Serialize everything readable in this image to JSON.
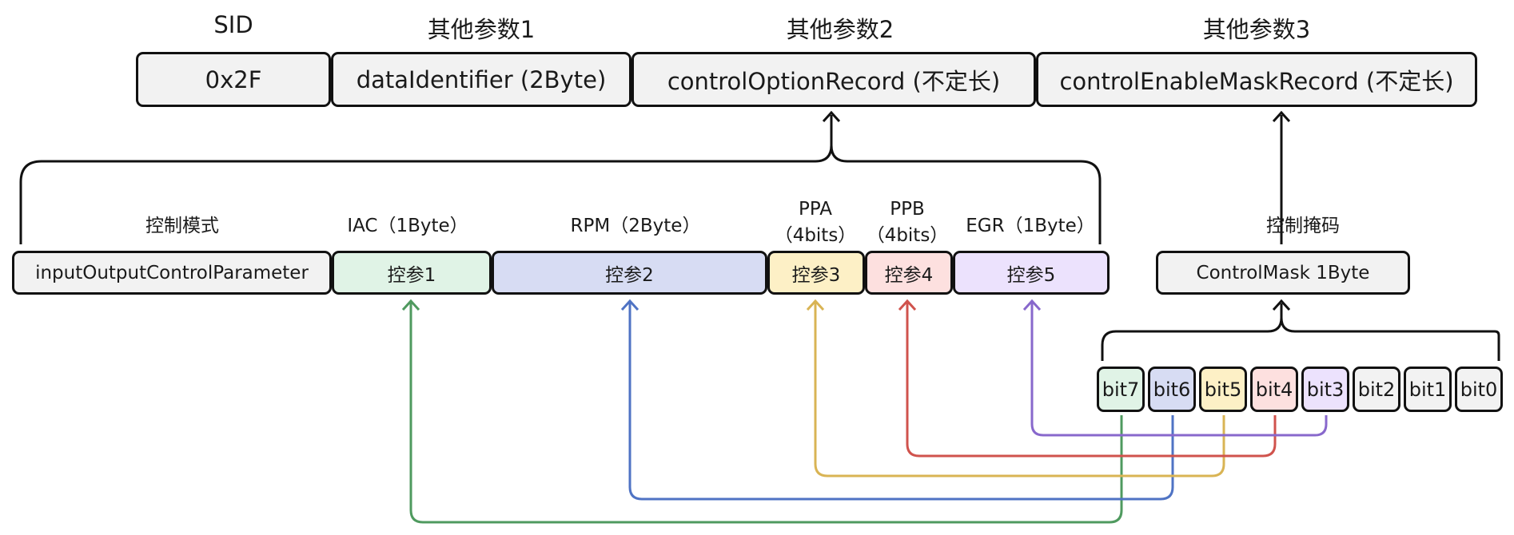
{
  "header_labels": {
    "sid": "SID",
    "param1": "其他参数1",
    "param2": "其他参数2",
    "param3": "其他参数3"
  },
  "top_boxes": {
    "sid": "0x2F",
    "data_identifier": "dataIdentifier (2Byte)",
    "control_option_record": "controlOptionRecord (不定长)",
    "control_enable_mask_record": "controlEnableMaskRecord (不定长)"
  },
  "segment_labels": {
    "mode": "控制模式",
    "iac": "IAC（1Byte）",
    "rpm": "RPM（2Byte）",
    "ppa": "PPA\n（4bits）",
    "ppb": "PPB\n（4bits）",
    "egr": "EGR（1Byte）",
    "mask": "控制掩码"
  },
  "segments": {
    "mode": "inputOutputControlParameter",
    "p1": "控参1",
    "p2": "控参2",
    "p3": "控参3",
    "p4": "控参4",
    "p5": "控参5",
    "mask": "ControlMask 1Byte"
  },
  "bits": [
    "bit7",
    "bit6",
    "bit5",
    "bit4",
    "bit3",
    "bit2",
    "bit1",
    "bit0"
  ],
  "colors": {
    "green": "#4f9a5f",
    "blue": "#4f73c4",
    "yellow": "#d9b454",
    "red": "#d0534d",
    "purple": "#8868cc",
    "stroke": "#111111"
  }
}
